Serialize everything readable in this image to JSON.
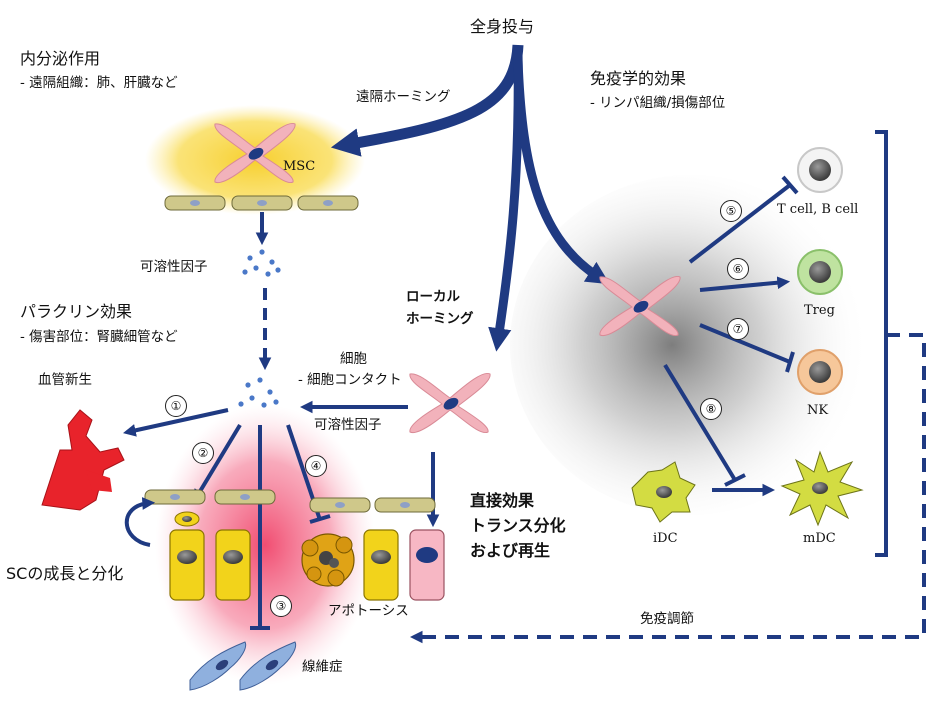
{
  "title": "全身投与",
  "endocrine": {
    "heading": "内分泌作用",
    "detail": "- 遠隔組織：肺、肝臓など"
  },
  "paracrine": {
    "heading": "パラクリン効果",
    "detail": "- 傷害部位：腎臓細管など"
  },
  "immune": {
    "heading": "免疫学的効果",
    "detail": "- リンパ組織/損傷部位"
  },
  "labels": {
    "distant_homing": "遠隔ホーミング",
    "msc": "MSC",
    "soluble_factor_top": "可溶性因子",
    "local_homing_1": "ローカル",
    "local_homing_2": "ホーミング",
    "cell": "細胞",
    "cell_contact": "- 細胞コンタクト",
    "soluble_factor_mid": "可溶性因子",
    "angiogenesis": "血管新生",
    "sc_growth": "SCの成長と分化",
    "apoptosis": "アポトーシス",
    "fibrosis": "線維症",
    "direct_effect": "直接効果",
    "transdiff": "トランス分化",
    "regeneration": "および再生",
    "immunomodulation": "免疫調節",
    "tcell_bcell": "T cell, B cell",
    "treg": "Treg",
    "nk": "NK",
    "idc": "iDC",
    "mdc": "mDC"
  },
  "markers": [
    "①",
    "②",
    "③",
    "④",
    "⑤",
    "⑥",
    "⑦",
    "⑧"
  ],
  "colors": {
    "arrow": "#1f3a82",
    "msc_cell": "#f2b2bb",
    "halo": "#f7cf2e",
    "injury": "#f0446a",
    "vessel": "#e8232b",
    "sc_cell": "#f2d31b",
    "fibroblast": "#5c84c4"
  }
}
